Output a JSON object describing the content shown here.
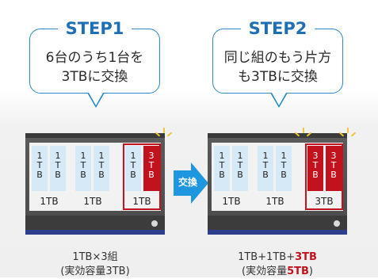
{
  "step1": {
    "label": "STEP1",
    "line1": "6台のうち1台を",
    "line2": "3TBに交換"
  },
  "step2": {
    "label": "STEP2",
    "line1": "同じ組のもう片方",
    "line2": "も3TBに交換"
  },
  "drive_1tb_letters": [
    "1",
    "T",
    "B"
  ],
  "drive_3tb_letters": [
    "3",
    "T",
    "B"
  ],
  "cap_1tb": "1TB",
  "cap_3tb": "3TB",
  "arrow_label": "交換",
  "caption_left": {
    "line1": "1TB×3組",
    "line2_pre": "(実効容量",
    "line2_val": "3TB",
    "line2_post": ")"
  },
  "caption_right": {
    "line1_pre": "1TB+1TB+",
    "line1_val": "3TB",
    "line2_pre": "(実効容量",
    "line2_val": "5TB",
    "line2_post": ")"
  },
  "colors": {
    "accent_blue": "#1e6fb3",
    "drive_blue": "#d6e9f7",
    "drive_red": "#c2121e",
    "nas_body": "#4a4a4a"
  }
}
